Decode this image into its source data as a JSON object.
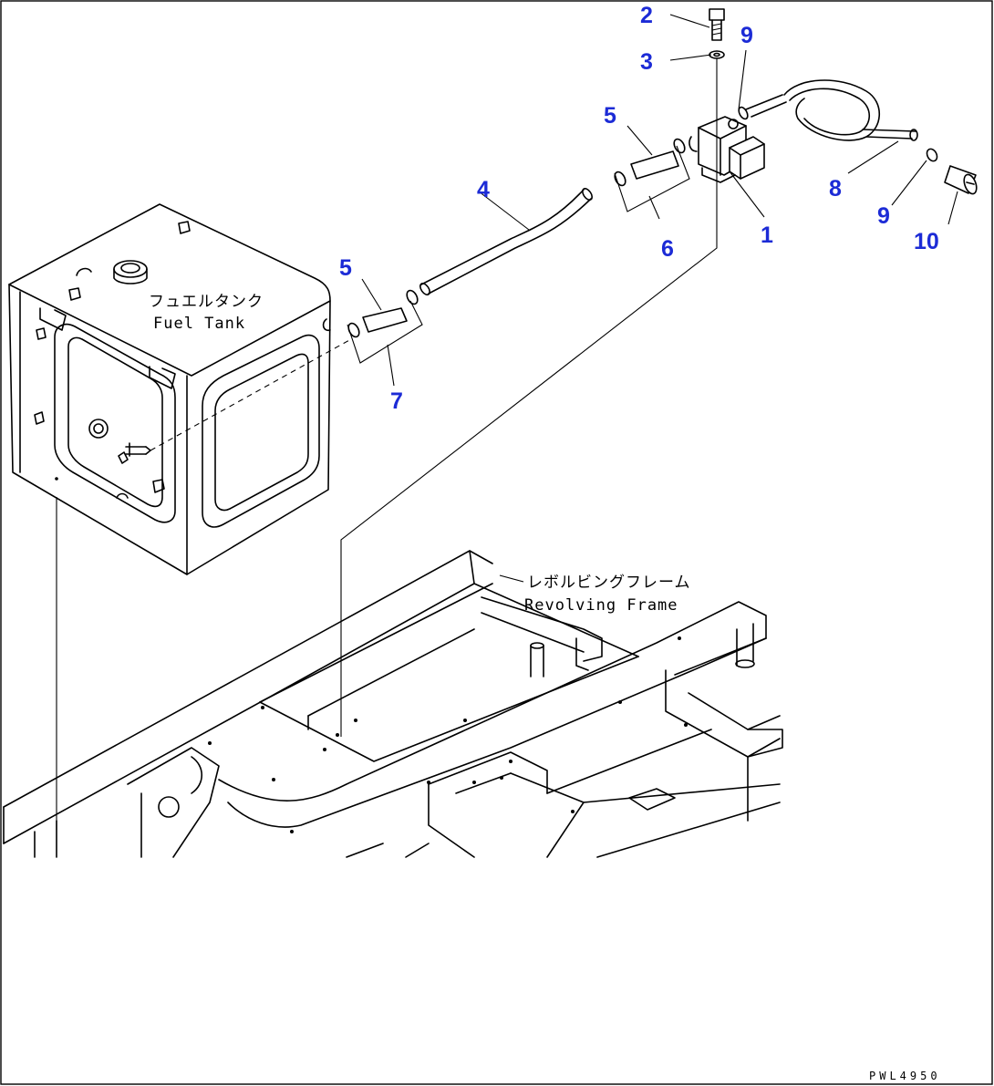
{
  "labels": {
    "fuel_tank_jp": "フュエルタンク",
    "fuel_tank_en": "Fuel Tank",
    "frame_jp": "レボルビングフレーム",
    "frame_en": "Revolving Frame",
    "drawing_code": "PWL4950"
  },
  "callouts": {
    "c1": "1",
    "c2": "2",
    "c3": "3",
    "c4": "4",
    "c5a": "5",
    "c5b": "5",
    "c6": "6",
    "c7": "7",
    "c8": "8",
    "c9a": "9",
    "c9b": "9",
    "c10": "10"
  },
  "colors": {
    "callout": "#1c2bd6",
    "line": "#000000",
    "background": "#ffffff"
  }
}
